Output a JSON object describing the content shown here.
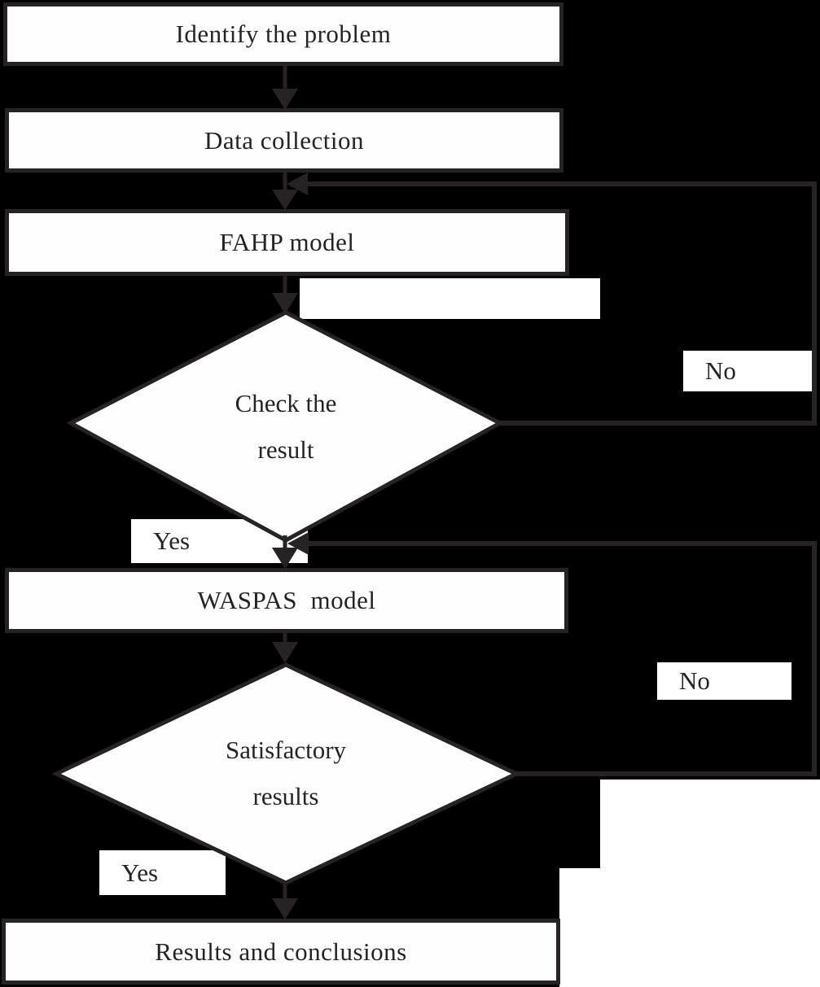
{
  "figure": {
    "type": "flowchart",
    "colors": {
      "background": "#000000",
      "ink": "#272224",
      "node_fill": "#ffffff"
    }
  },
  "nodes": {
    "identify": {
      "label": "Identify the problem"
    },
    "data_collection": {
      "label": "Data collection"
    },
    "fahp": {
      "label": "FAHP model"
    },
    "check": {
      "label": "Check the result",
      "lines": [
        "Check the",
        "result"
      ]
    },
    "waspas": {
      "label": "WASPAS  model"
    },
    "satisfactory": {
      "label": "Satisfactory results",
      "lines": [
        "Satisfactory",
        "results"
      ]
    },
    "results": {
      "label": "Results and conclusions"
    }
  },
  "edge_labels": {
    "no_fahp": "No",
    "yes_fahp": "Yes",
    "no_waspas": "No",
    "yes_waspas": "Yes"
  }
}
